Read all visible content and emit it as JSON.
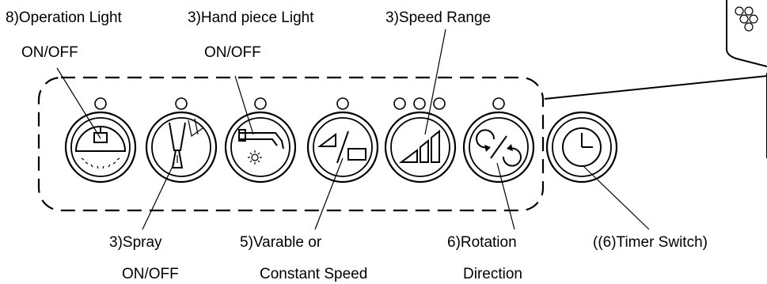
{
  "labels": {
    "operation_light": "8)Operation Light",
    "operation_light_state": "ON/OFF",
    "handpiece_light": "3)Hand piece Light",
    "handpiece_light_state": "ON/OFF",
    "speed_range": "3)Speed Range",
    "spray": "3)Spray",
    "spray_state": "ON/OFF",
    "variable_speed": "5)Varable or",
    "variable_speed_line2": "Constant Speed",
    "rotation": "6)Rotation",
    "rotation_line2": "Direction",
    "timer_switch": "((6)Timer Switch)"
  },
  "buttons": [
    {
      "name": "operation-light-button",
      "icon": "operation-light-icon",
      "leds": 1
    },
    {
      "name": "spray-button",
      "icon": "spray-icon",
      "leds": 1
    },
    {
      "name": "handpiece-light-button",
      "icon": "handpiece-light-icon",
      "leds": 1
    },
    {
      "name": "variable-speed-button",
      "icon": "variable-constant-speed-icon",
      "leds": 1
    },
    {
      "name": "speed-range-button",
      "icon": "speed-range-icon",
      "leds": 3
    },
    {
      "name": "rotation-direction-button",
      "icon": "rotation-direction-icon",
      "leds": 1
    },
    {
      "name": "timer-switch-button",
      "icon": "timer-clock-icon",
      "leds": 0
    }
  ]
}
